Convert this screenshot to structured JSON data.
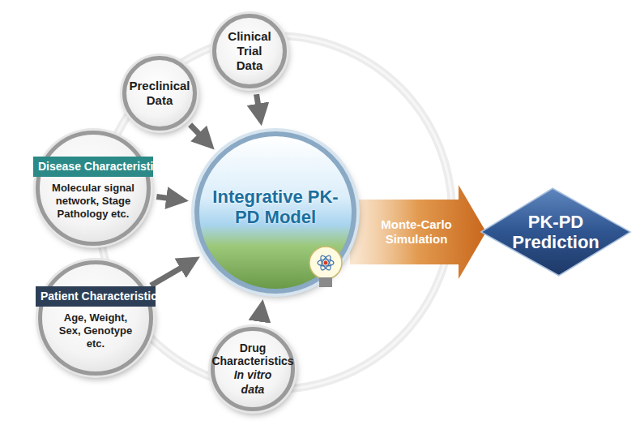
{
  "diagram": {
    "nodes": [
      {
        "text": [
          "Preclinical Data"
        ]
      },
      {
        "text": [
          "Clinical Trial Data"
        ]
      },
      {
        "text": [
          "Disease Characteristics",
          "Molecular signal network, Stage Pathology etc."
        ]
      },
      {
        "text": [
          "Integrative PK-PD Model"
        ]
      },
      {
        "text": [
          "Patient Characteristics",
          "Age, Weight, Sex, Genotype etc."
        ]
      },
      {
        "text": [
          "Drug Characteristics",
          "In vitro data"
        ]
      },
      {
        "text": [
          "PK-PD Prediction"
        ]
      }
    ],
    "edges": [
      {
        "from": 0,
        "to": 3,
        "arrow": "to"
      },
      {
        "from": 1,
        "to": 3,
        "arrow": "to"
      },
      {
        "from": 2,
        "to": 3,
        "arrow": "to"
      },
      {
        "from": 4,
        "to": 3,
        "arrow": "to"
      },
      {
        "from": 5,
        "to": 3,
        "arrow": "to"
      },
      {
        "from": 3,
        "to": 6,
        "label": "Monte-Carlo Simulation",
        "arrow": "to"
      }
    ]
  }
}
